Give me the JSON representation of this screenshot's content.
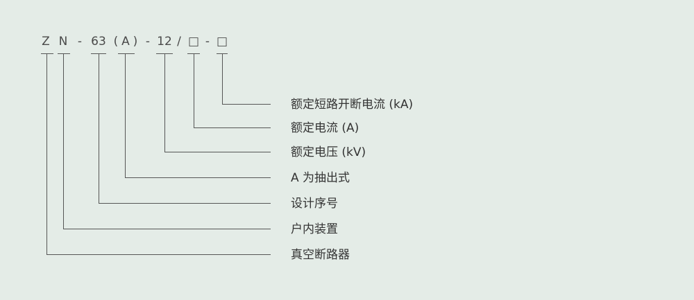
{
  "model_code": {
    "segments": [
      "Z",
      "N",
      "-",
      "63",
      "(",
      "A",
      ")",
      "-",
      "12",
      "/",
      "□",
      "-",
      "□"
    ]
  },
  "labels": [
    "额定短路开断电流 (kA)",
    "额定电流 (A)",
    "额定电压 (kV)",
    "A 为抽出式",
    "设计序号",
    "户内装置",
    "真空断路器"
  ],
  "colors": {
    "background": "#e4ece7",
    "line": "#555555",
    "text": "#333333"
  }
}
